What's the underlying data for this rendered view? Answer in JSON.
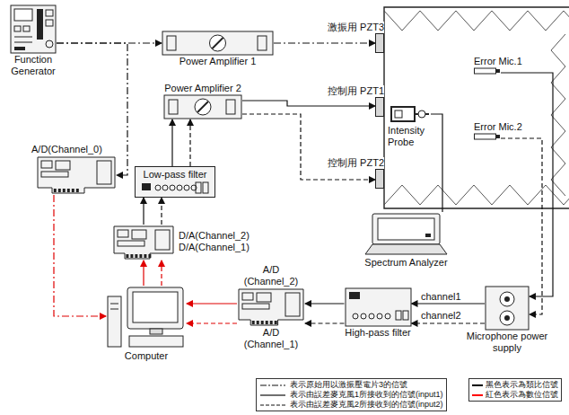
{
  "diagram": {
    "nodes": [
      {
        "text": [
          "Function Generator"
        ]
      },
      {
        "text": [
          "Power Amplifier 1"
        ]
      },
      {
        "text": [
          "激振用 PZT3"
        ]
      },
      {
        "text": [
          "A/D(Channel_0)"
        ]
      },
      {
        "text": [
          "Power Amplifier 2"
        ]
      },
      {
        "text": [
          "控制用 PZT1"
        ]
      },
      {
        "text": [
          "Intensity Probe"
        ]
      },
      {
        "text": [
          "Error Mic.1"
        ]
      },
      {
        "text": [
          "Low-pass filter"
        ]
      },
      {
        "text": [
          "控制用 PZT2"
        ]
      },
      {
        "text": [
          "Error Mic.2"
        ]
      },
      {
        "text": [
          "D/A(Channel_2)",
          "D/A(Channel_1)"
        ]
      },
      {
        "text": [
          "Spectrum Analyzer"
        ]
      },
      {
        "text": [
          "Computer"
        ]
      },
      {
        "text": [
          "A/D (Channel_2)",
          "A/D (Channel_1)"
        ]
      },
      {
        "text": [
          "High-pass filter"
        ]
      },
      {
        "text": [
          "Microphone power supply"
        ]
      }
    ],
    "edges": [
      {
        "from": 0,
        "to": 1,
        "arrow": "to"
      },
      {
        "from": 1,
        "to": 2,
        "arrow": "to"
      },
      {
        "from": 0,
        "to": 3,
        "arrow": "to"
      },
      {
        "from": 3,
        "to": 13,
        "arrow": "to"
      },
      {
        "from": 13,
        "to": 11,
        "arrow": "to"
      },
      {
        "from": 13,
        "to": 11,
        "arrow": "to"
      },
      {
        "from": 11,
        "to": 8,
        "arrow": "to"
      },
      {
        "from": 11,
        "to": 8,
        "arrow": "to"
      },
      {
        "from": 8,
        "to": 4,
        "arrow": "to"
      },
      {
        "from": 8,
        "to": 4,
        "arrow": "to"
      },
      {
        "from": 4,
        "to": 5,
        "arrow": "to"
      },
      {
        "from": 4,
        "to": 9,
        "arrow": "to"
      },
      {
        "from": 6,
        "to": 12,
        "arrow": "none"
      },
      {
        "from": 7,
        "to": 16,
        "arrow": "to"
      },
      {
        "from": 10,
        "to": 16,
        "arrow": "to"
      },
      {
        "from": 16,
        "to": 15,
        "arrow": "to"
      },
      {
        "from": 16,
        "to": 15,
        "arrow": "to"
      },
      {
        "from": 15,
        "to": 14,
        "arrow": "to"
      },
      {
        "from": 15,
        "to": 14,
        "arrow": "to"
      },
      {
        "from": 14,
        "to": 13,
        "arrow": "to"
      },
      {
        "from": 14,
        "to": 13,
        "arrow": "to"
      }
    ],
    "labels": [
      "channel1",
      "channel2"
    ],
    "legend": [
      {
        "text": "表示原始用以激振壓電片3的信號"
      },
      {
        "text": "表示由誤差麥克風1所接收到的信號(input1)"
      },
      {
        "text": "表示由誤差麥克風2所接收到的信號(input2)"
      },
      {
        "text": "黑色表示為類比信號",
        "color": "#000000"
      },
      {
        "text": "紅色表示為數位信號",
        "color": "#ff0000"
      }
    ]
  }
}
